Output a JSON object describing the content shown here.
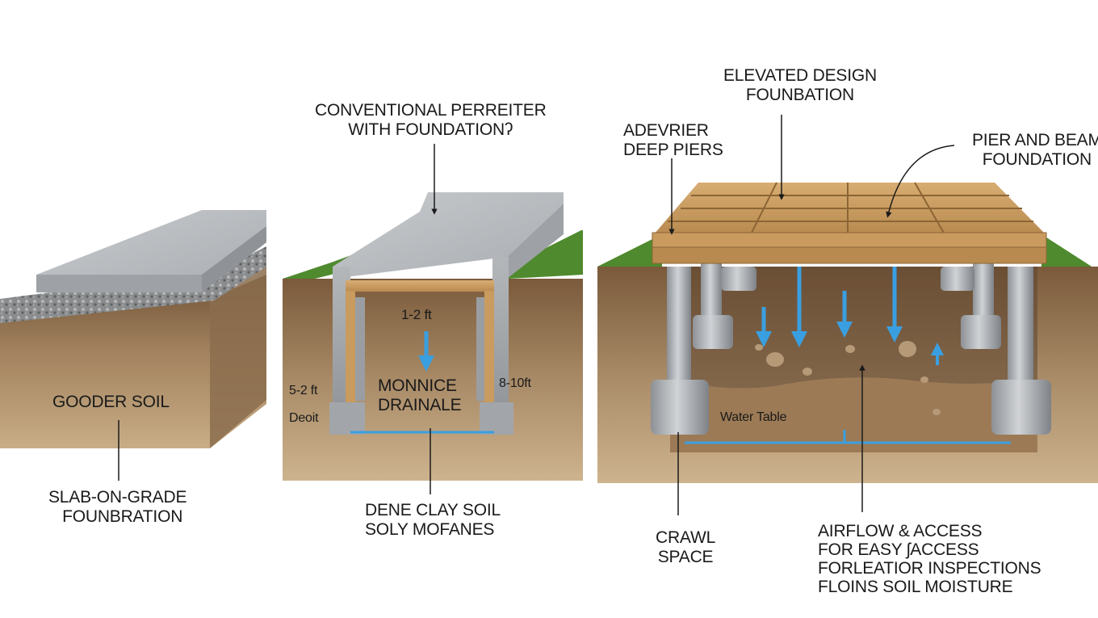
{
  "panels": {
    "slab": {
      "soil_label": "GOODER SOIL",
      "caption": [
        "SLAB-ON-GRADE",
        "FOUNBRATION"
      ]
    },
    "perimeter": {
      "title": [
        "CONVENTIONAL PERREITER",
        "WITH FOUNDATIONʔ"
      ],
      "depth_top": "1-2 ft",
      "depth_left": "5-2 ft",
      "depth_right": "8-10ft",
      "left_small": "Deoit",
      "center_label": [
        "MONNICE",
        "DRAINALE"
      ],
      "caption": [
        "DENE CLAY SOIL",
        "SOLY MOFANES"
      ]
    },
    "pier": {
      "title": [
        "ELEVATED DESIGN",
        "FOUNBATION"
      ],
      "piers_label": [
        "ADEVRIER",
        "DEEP PIERS"
      ],
      "type_label": [
        "PIER AND BEAM",
        "FOUNDATION"
      ],
      "water_table": "Water Table",
      "crawl_label": [
        "CRAWL",
        "SPACE"
      ],
      "airflow_label": [
        "AIRFLOW & ACCESS",
        "FOR EASY ʃACCESS",
        "FORLEATIOR INSPECTIONS",
        "FLOINS SOIL MOISTURE"
      ]
    }
  },
  "colors": {
    "concrete": "#b9bcbf",
    "soil": "#9a7d5c",
    "grass": "#4f8a2e",
    "water": "#3a9fe0",
    "wood": "#c99b5f"
  }
}
